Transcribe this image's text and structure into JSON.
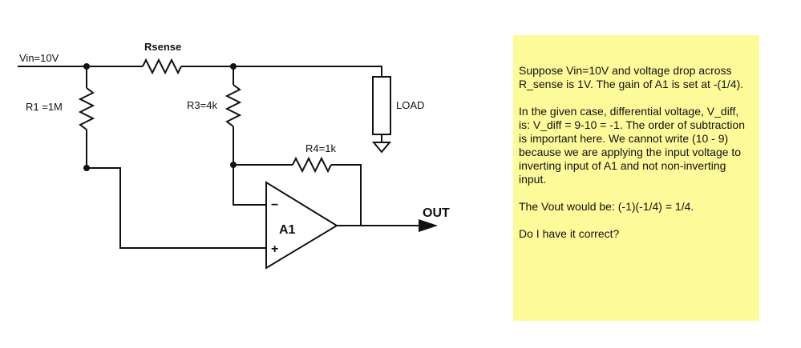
{
  "labels": {
    "vin": "Vin=10V",
    "rsense": "Rsense",
    "r1": "R1 =1M",
    "r3": "R3=4k",
    "r4": "R4=1k",
    "load": "LOAD",
    "a1": "A1",
    "minus": "−",
    "plus": "+",
    "out": "OUT"
  },
  "note": {
    "p1": "Suppose Vin=10V and voltage drop across R_sense is 1V. The gain of A1 is set at -(1/4).",
    "p2": "In the given case, differential voltage, V_diff, is: V_diff = 9-10 = -1. The order of subtraction is important here. We cannot write (10 - 9) because we are applying the input voltage to inverting input of A1 and not non-inverting input.",
    "p3": "The Vout would be: (-1)(-1/4) = 1/4.",
    "p4": "Do I have it correct?"
  },
  "colors": {
    "note_background": "#fdfa9a",
    "ink": "#111111"
  }
}
